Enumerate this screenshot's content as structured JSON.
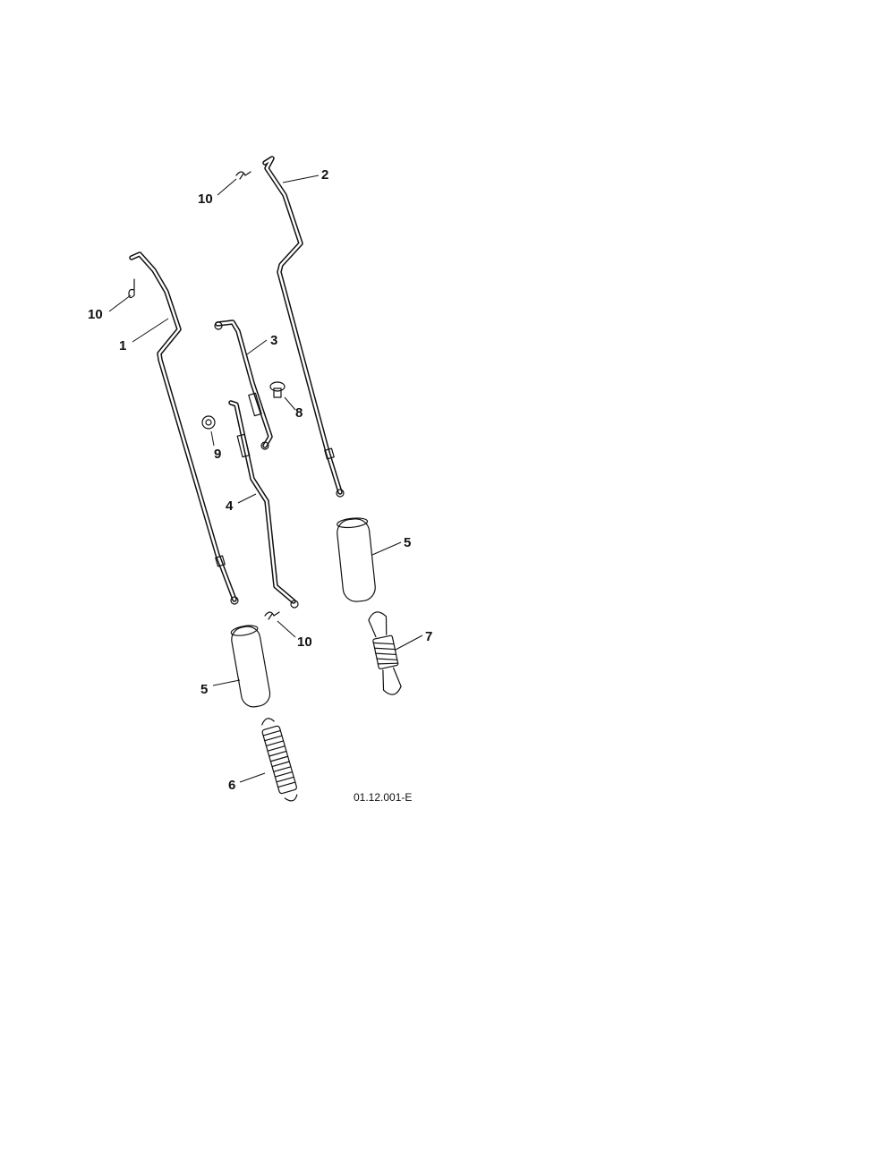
{
  "diagram": {
    "parts": [
      {
        "id": "1",
        "label": "1"
      },
      {
        "id": "2",
        "label": "2"
      },
      {
        "id": "3",
        "label": "3"
      },
      {
        "id": "4",
        "label": "4"
      },
      {
        "id": "5a",
        "label": "5"
      },
      {
        "id": "5b",
        "label": "5"
      },
      {
        "id": "6",
        "label": "6"
      },
      {
        "id": "7",
        "label": "7"
      },
      {
        "id": "8",
        "label": "8"
      },
      {
        "id": "9",
        "label": "9"
      },
      {
        "id": "10a",
        "label": "10"
      },
      {
        "id": "10b",
        "label": "10"
      },
      {
        "id": "10c",
        "label": "10"
      }
    ],
    "drawing_code": "01.12.001-E"
  }
}
